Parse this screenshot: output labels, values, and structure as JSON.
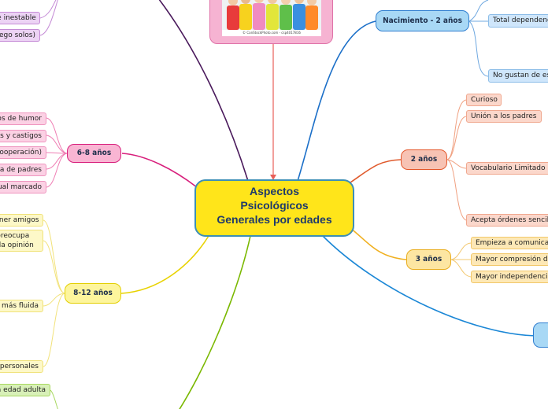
{
  "center": {
    "lines": [
      "Aspectos",
      "Psicológicos",
      "Generales por edades"
    ]
  },
  "photo": {
    "caption": "© CanStockPhoto.com - csp4017816"
  },
  "branches": {
    "nacimiento": {
      "label": "Nacimiento - 2 años",
      "items": [
        "Total dependencia",
        "No gustan de estar solos"
      ]
    },
    "dos": {
      "label": "2 años",
      "items": [
        "Curioso",
        "Unión a los padres",
        "Vocabulario Limitado",
        "Acepta órdenes sencillas"
      ]
    },
    "tres": {
      "label": "3 años",
      "items": [
        "Empieza a comunicarse",
        "Mayor compresión de ideas",
        "Mayor independencia"
      ]
    },
    "seis": {
      "label": "6-8 años",
      "items": [
        "Cambios de humor",
        "Premios y castigos",
        "Juego (cooperación)",
        "Influencia de padres",
        "Desarrollo sexual marcado"
      ]
    },
    "ocho": {
      "label": "8-12 años",
      "items": [
        "Necesidad de tener amigos",
        "Se preocupa por la opinión de la gente",
        "Comunicación más fluida",
        "Valores personales"
      ]
    },
    "top_left": {
      "items": [
        "Emocionalmente inestable",
        "(Juego solos)"
      ]
    },
    "bottom_left": {
      "items": [
        "Se prepara para la edad adulta"
      ]
    }
  }
}
